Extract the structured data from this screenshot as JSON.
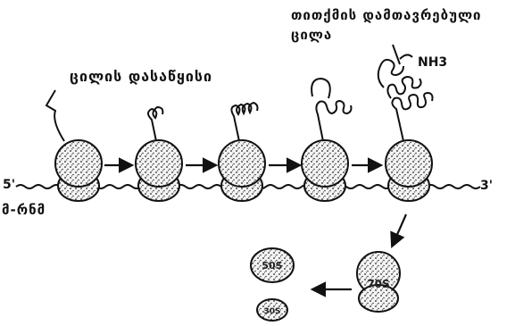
{
  "labels": {
    "chain_start": "ცილის დასაწყისი",
    "nearly_complete_line1": "თითქმის დამთავრებული",
    "nearly_complete_line2": "ცილა",
    "nh3": "NH3",
    "mrna": "მ-რნმ",
    "five_prime": "5'",
    "three_prime": "3'",
    "subunit_large": "50S",
    "subunit_small": "30S",
    "ribosome_70s": "70S"
  },
  "colors": {
    "ink": "#111111",
    "ribosome_fill": "#f2f2f2"
  }
}
